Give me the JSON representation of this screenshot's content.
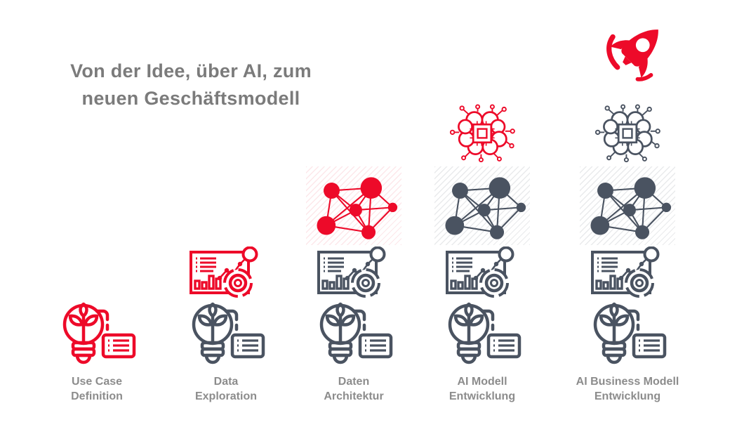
{
  "title": {
    "line1": "Von der Idee, über AI, zum",
    "line2": "neuen Geschäftsmodell"
  },
  "colors": {
    "red": "#ed0a29",
    "slate": "#4a5361",
    "title_text": "#7b7b7b",
    "label_text": "#8c8c8c",
    "background": "#ffffff"
  },
  "rocket": {
    "icon": "rocket-icon",
    "color": "red"
  },
  "stages": [
    {
      "label_line1": "Use Case",
      "label_line2": "Definition",
      "icons": [
        {
          "type": "idea-bulb",
          "color": "red"
        }
      ]
    },
    {
      "label_line1": "Data",
      "label_line2": "Exploration",
      "icons": [
        {
          "type": "analytics-chart",
          "color": "red"
        },
        {
          "type": "idea-bulb",
          "color": "slate"
        }
      ]
    },
    {
      "label_line1": "Daten",
      "label_line2": "Architektur",
      "icons": [
        {
          "type": "data-network",
          "color": "red"
        },
        {
          "type": "analytics-chart",
          "color": "slate"
        },
        {
          "type": "idea-bulb",
          "color": "slate"
        }
      ]
    },
    {
      "label_line1": "AI Modell",
      "label_line2": "Entwicklung",
      "icons": [
        {
          "type": "ai-brain-chip",
          "color": "red"
        },
        {
          "type": "data-network",
          "color": "slate"
        },
        {
          "type": "analytics-chart",
          "color": "slate"
        },
        {
          "type": "idea-bulb",
          "color": "slate"
        }
      ]
    },
    {
      "label_line1": "AI Business Modell",
      "label_line2": "Entwicklung",
      "icons": [
        {
          "type": "ai-brain-chip",
          "color": "slate"
        },
        {
          "type": "data-network",
          "color": "slate"
        },
        {
          "type": "analytics-chart",
          "color": "slate"
        },
        {
          "type": "idea-bulb",
          "color": "slate"
        }
      ]
    }
  ]
}
